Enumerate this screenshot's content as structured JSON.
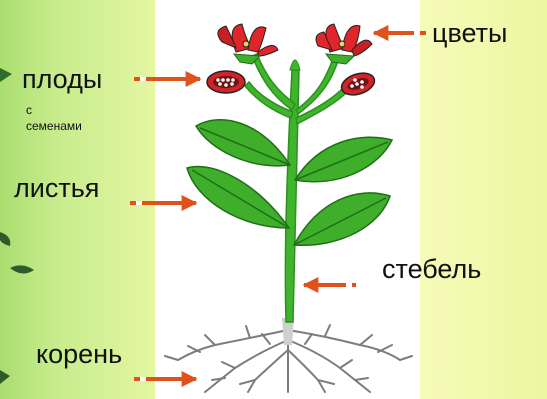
{
  "labels": {
    "flowers": "цветы",
    "fruits": "плоды",
    "fruits_sub1": "с",
    "fruits_sub2": "семенами",
    "leaves": "листья",
    "stem": "стебель",
    "root": "корень"
  },
  "colors": {
    "arrow": "#e0521c",
    "leaf": "#3fae2a",
    "stem": "#3fb52b",
    "flower": "#e0262a",
    "root": "#8a8a8a"
  }
}
